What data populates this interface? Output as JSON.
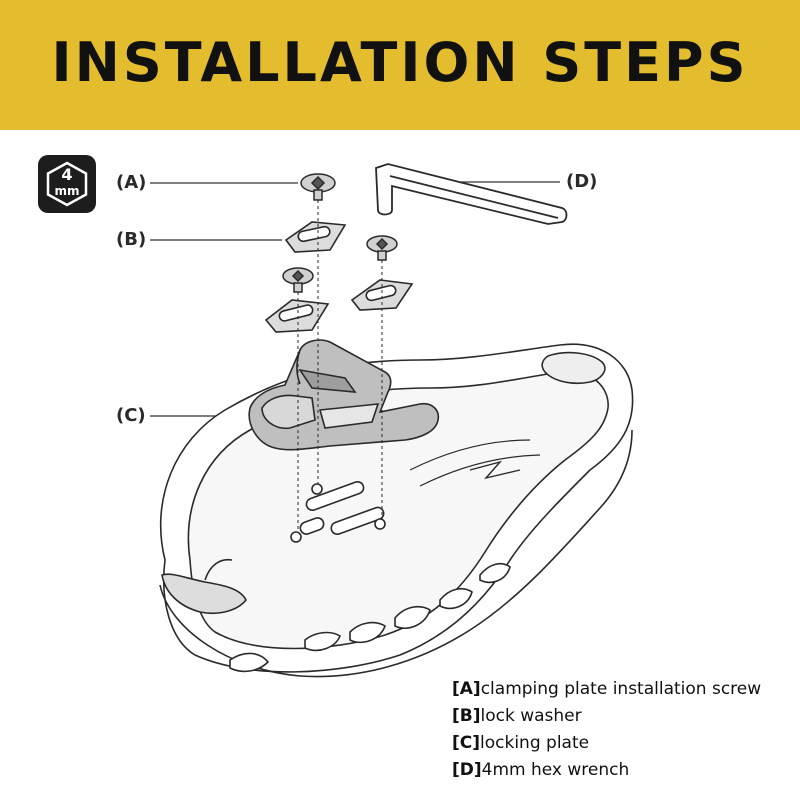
{
  "header": {
    "title": "INSTALLATION STEPS",
    "background": "#e3bd2d",
    "text_color": "#111111"
  },
  "tool_badge": {
    "size": "4",
    "unit": "mm",
    "icon": "hex-key-icon"
  },
  "callouts": {
    "a": "(A)",
    "b": "(B)",
    "c": "(C)",
    "d": "(D)"
  },
  "legend": [
    {
      "key": "[A]",
      "text": "clamping plate installation screw"
    },
    {
      "key": "[B]",
      "text": "lock washer"
    },
    {
      "key": "[C]",
      "text": "locking plate"
    },
    {
      "key": "[D]",
      "text": "4mm hex wrench"
    }
  ],
  "icons": [
    "hex-key-icon",
    "screw-icon",
    "washer-icon",
    "cleat-icon",
    "hex-wrench-icon",
    "cycling-shoe-icon"
  ]
}
